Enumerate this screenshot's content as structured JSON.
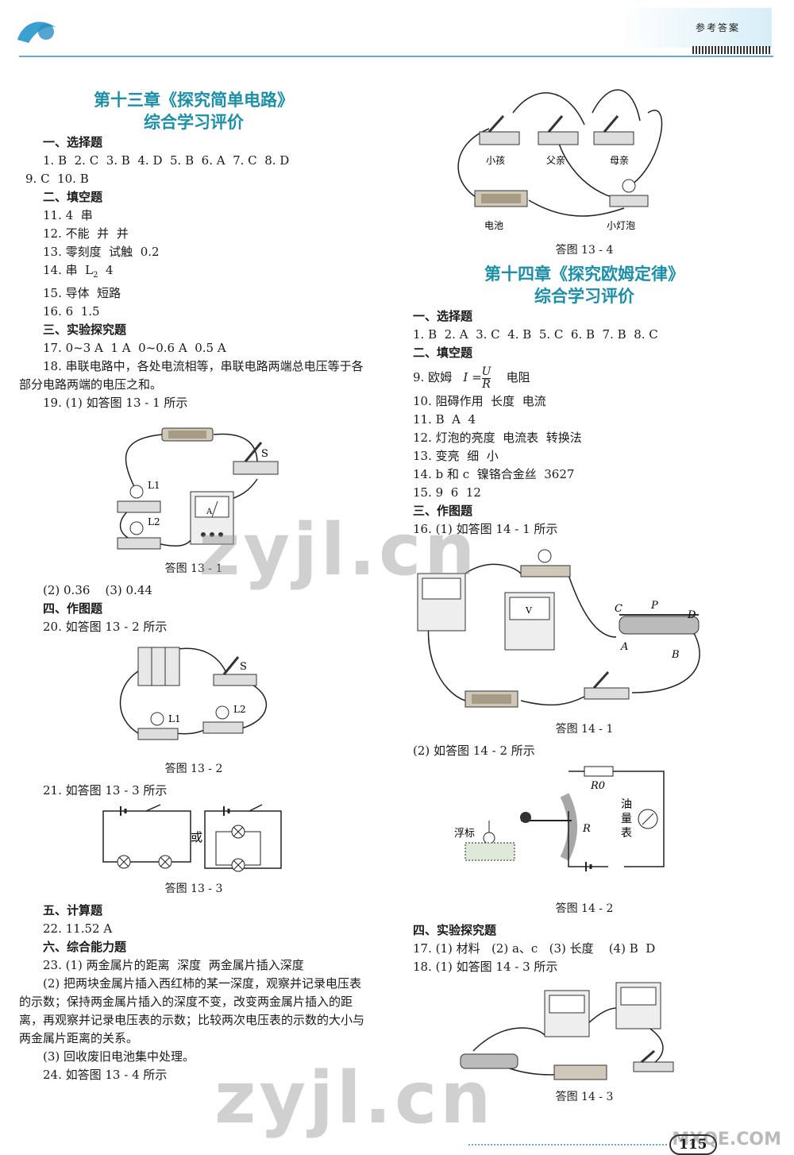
{
  "header": {
    "tag": "参考答案"
  },
  "page_number": "115",
  "watermark": {
    "main": "zyjl.cn",
    "corner": "MXQE.COM"
  },
  "ch13": {
    "title": "第十三章《探究简单电路》",
    "subtitle": "综合学习评价",
    "s1": "一、选择题",
    "mc1": "1. B  2. C  3. B  4. D  5. B  6. A  7. C  8. D",
    "mc2": "9. C  10. B",
    "s2": "二、填空题",
    "f11": "11. 4  串",
    "f12": "12. 不能  并  并",
    "f13": "13. 零刻度  试触  0.2",
    "f14a": "14. 串  L",
    "f14sub": "2",
    "f14b": "  4",
    "f15": "15. 导体  短路",
    "f16": "16. 6  1.5",
    "s3": "三、实验探究题",
    "e17": "17. 0~3 A  1 A  0~0.6 A  0.5 A",
    "e18": "18. 串联电路中，各处电流相等，串联电路两端总电压等于各部分电路两端的电压之和。",
    "e19": "19. (1) 如答图 13 - 1 所示",
    "cap131": "答图 13 - 1",
    "e19b": "(2) 0.36    (3) 0.44",
    "s4": "四、作图题",
    "d20": "20. 如答图 13 - 2 所示",
    "cap132": "答图 13 - 2",
    "d21": "21. 如答图 13 - 3 所示",
    "or": "或",
    "cap133": "答图 13 - 3",
    "s5": "五、计算题",
    "c22": "22. 11.52 A",
    "s6": "六、综合能力题",
    "a23": "23. (1) 两金属片的距离  深度  两金属片插入深度",
    "a23b": "(2) 把两块金属片插入西红柿的某一深度，观察并记录电压表的示数；保持两金属片插入的深度不变，改变两金属片插入的距离，再观察并记录电压表的示数；比较两次电压表的示数的大小与两金属片距离的关系。",
    "a23c": "(3) 回收废旧电池集中处理。",
    "a24": "24. 如答图 13 - 4 所示",
    "lbl_L1": "L1",
    "lbl_L2": "L2",
    "lbl_S": "S"
  },
  "fig134": {
    "child": "小孩",
    "father": "父亲",
    "mother": "母亲",
    "battery": "电池",
    "bulb": "小灯泡",
    "caption": "答图 13 - 4"
  },
  "ch14": {
    "title": "第十四章《探究欧姆定律》",
    "subtitle": "综合学习评价",
    "s1": "一、选择题",
    "mc": "1. B  2. A  3. C  4. B  5. C  6. B  7. B  8. C",
    "s2": "二、填空题",
    "f9a": "9. 欧姆",
    "f9eq": "I =",
    "f9num": "U",
    "f9den": "R",
    "f9b": "电阻",
    "f10": "10. 阻碍作用  长度  电流",
    "f11": "11. B  A  4",
    "f12": "12. 灯泡的亮度  电流表  转换法",
    "f13": "13. 变亮  细  小",
    "f14": "14. b 和 c  镍铬合金丝  3627",
    "f15": "15. 9  6  12",
    "s3": "三、作图题",
    "d16": "16. (1) 如答图 14 - 1 所示",
    "cap141": "答图 14 - 1",
    "d16b": "(2) 如答图 14 - 2 所示",
    "cap142": "答图 14 - 2",
    "s4": "四、实验探究题",
    "e17": "17. (1) 材料   (2) a、c   (3) 长度    (4) B  D",
    "e18": "18. (1) 如答图 14 - 3 所示",
    "cap143": "答图 14 - 3",
    "R0": "R0",
    "R": "R",
    "gauge": [
      "油",
      "量",
      "表"
    ],
    "float": "浮标",
    "rheo": [
      "C",
      "P",
      "D",
      "A",
      "B"
    ]
  }
}
